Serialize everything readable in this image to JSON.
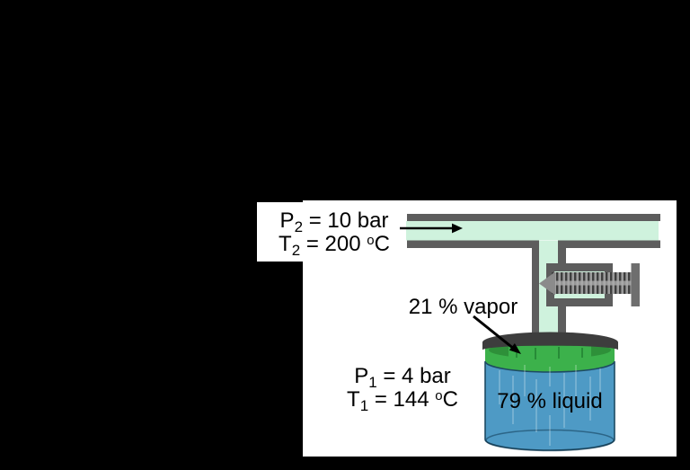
{
  "scene": {
    "inlet": {
      "p_sym": "P",
      "p_sub": "2",
      "p_rest": " = 10 bar",
      "t_sym": "T",
      "t_sub": "2",
      "t_mid": " = 200 ",
      "t_deg": "o",
      "t_unit": "C"
    },
    "tank": {
      "p_sym": "P",
      "p_sub": "1",
      "p_rest": " = 4 bar",
      "t_sym": "T",
      "t_sub": "1",
      "t_mid": " = 144 ",
      "t_deg": "o",
      "t_unit": "C",
      "vapor": "21 % vapor",
      "liquid": "79 % liquid"
    }
  },
  "colors": {
    "background": "#000000",
    "panel": "#ffffff",
    "pipe_fill": "#cff2dd",
    "pipe_border": "#5d5d5d",
    "lid": "#3d3d3d",
    "vapor": "#3cb14b",
    "vapor_shade": "#2e9039",
    "liquid": "#4e9ac5",
    "liquid_edge": "#1d4a63",
    "valve_metal": "#8b8b8b",
    "handle": "#6e6e6e",
    "text": "#000000",
    "arrow": "#000000"
  }
}
